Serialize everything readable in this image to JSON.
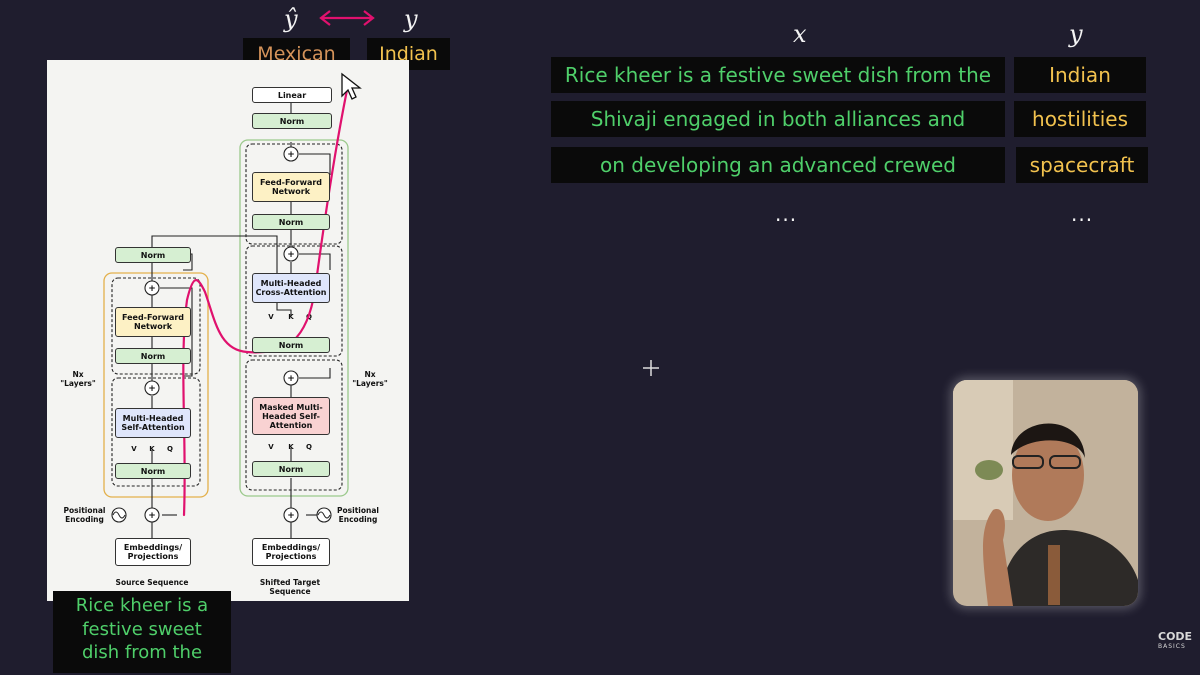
{
  "header": {
    "y_hat_symbol": "ŷ",
    "y_symbol": "y",
    "prediction_label": "Mexican",
    "true_label": "Indian"
  },
  "diagram": {
    "linear": "Linear",
    "norm": "Norm",
    "feed_forward": "Feed-Forward Network",
    "multi_headed_self_attention": "Multi-Headed Self-Attention",
    "multi_headed_cross_attention": "Multi-Headed Cross-Attention",
    "masked_multi_headed_self_attention": "Masked Multi-Headed Self-Attention",
    "embeddings": "Embeddings/ Projections",
    "positional_encoding": "Positional Encoding",
    "nx_layers": "Nx \"Layers\"",
    "source_sequence": "Source Sequence",
    "shifted_target_sequence": "Shifted Target Sequence",
    "plus": "+",
    "v": "V",
    "k": "K",
    "q": "Q"
  },
  "caption": {
    "line1": "Rice kheer is a",
    "line2": "festive sweet",
    "line3": "dish from the"
  },
  "table": {
    "x_header": "x",
    "y_header": "y",
    "rows": [
      {
        "x": "Rice kheer is a festive sweet dish from the",
        "y": "Indian"
      },
      {
        "x": "Shivaji engaged in both alliances and",
        "y": "hostilities"
      },
      {
        "x": "on developing an advanced crewed",
        "y": "spacecraft"
      }
    ],
    "ellipsis": "..."
  },
  "logo": {
    "line1": "CODE",
    "line2": "BASICS"
  },
  "colors": {
    "background": "#1f1d2e",
    "x_text": "#4fcf6a",
    "y_text": "#f2c24e",
    "prediction_text": "#d4935a",
    "annotation_pink": "#e0116e"
  }
}
